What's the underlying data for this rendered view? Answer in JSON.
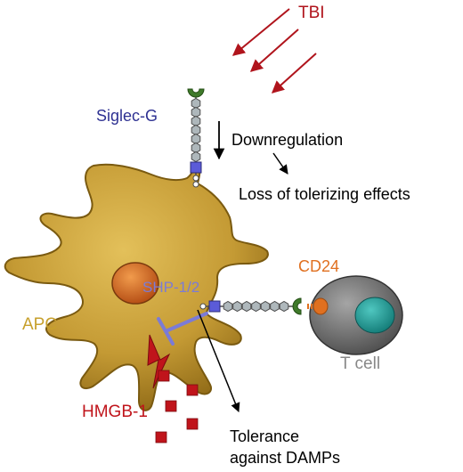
{
  "labels": {
    "tbi": "TBI",
    "siglec_g": "Siglec-G",
    "downregulation": "Downregulation",
    "loss_of_tolerizing": "Loss of tolerizing effects",
    "cd24": "CD24",
    "shp": "SHP-1/2",
    "apc": "APC",
    "t_cell": "T cell",
    "hmgb1": "HMGB-1",
    "tolerance_line1": "Tolerance",
    "tolerance_line2": "against DAMPs"
  },
  "colors": {
    "tbi_red": "#b0141c",
    "siglec_blue": "#2e3192",
    "shp_purple": "#7b7bd6",
    "apc_gold": "#b8902a",
    "apc_text": "#c7a02c",
    "nucleus": "#d0681f",
    "cd24_orange": "#e07020",
    "tcell_gray": "#6e6e6e",
    "tcell_nucleus": "#1f9a96",
    "hmgb_red": "#c0141b",
    "receptor_square": "#5b5bd8",
    "lectin_green": "#3f7a2a",
    "domain_gray": "#aeb7bb"
  }
}
